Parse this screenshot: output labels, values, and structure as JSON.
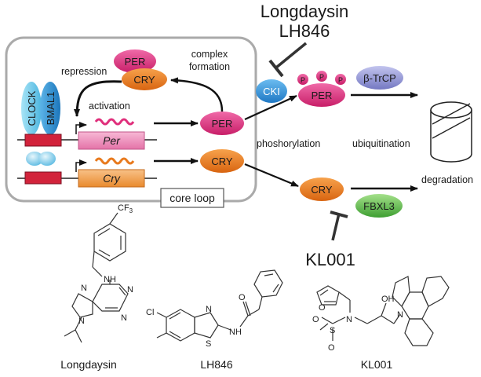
{
  "inhibitors_top": {
    "line1": "Longdaysin",
    "line2": "LH846"
  },
  "inhibitor_bottom": "KL001",
  "core_loop": {
    "label": "core loop",
    "repression": "repression",
    "activation": "activation",
    "complex_formation_1": "complex",
    "complex_formation_2": "formation",
    "clock": "CLOCK",
    "bmal1": "BMAL1",
    "gene_per": "Per",
    "gene_cry": "Cry"
  },
  "proteins": {
    "per": "PER",
    "cry": "CRY",
    "cki": "CKI",
    "beta_trcp": "β-TrCP",
    "fbxl3": "FBXL3",
    "phospho": "P"
  },
  "process_labels": {
    "phosphorylation": "phoshorylation",
    "ubiquitination": "ubiquitination",
    "degradation": "degradation"
  },
  "structures": {
    "longdaysin": "Longdaysin",
    "lh846": "LH846",
    "kl001": "KL001",
    "atoms": {
      "cf3": "CF",
      "cf3_sub": "3",
      "nh": "NH",
      "n": "N",
      "cl": "Cl",
      "s": "S",
      "o": "O",
      "h": "H",
      "oh": "OH"
    }
  },
  "colors": {
    "per": "#e0307c",
    "cry": "#e87a1e",
    "cki": "#2f8ed6",
    "beta_trcp": "#8a8ecf",
    "fbxl3": "#5bbd4a",
    "clock": "#67c6e8",
    "bmal1": "#2a92cf",
    "gene_box": "#e0307c"
  }
}
